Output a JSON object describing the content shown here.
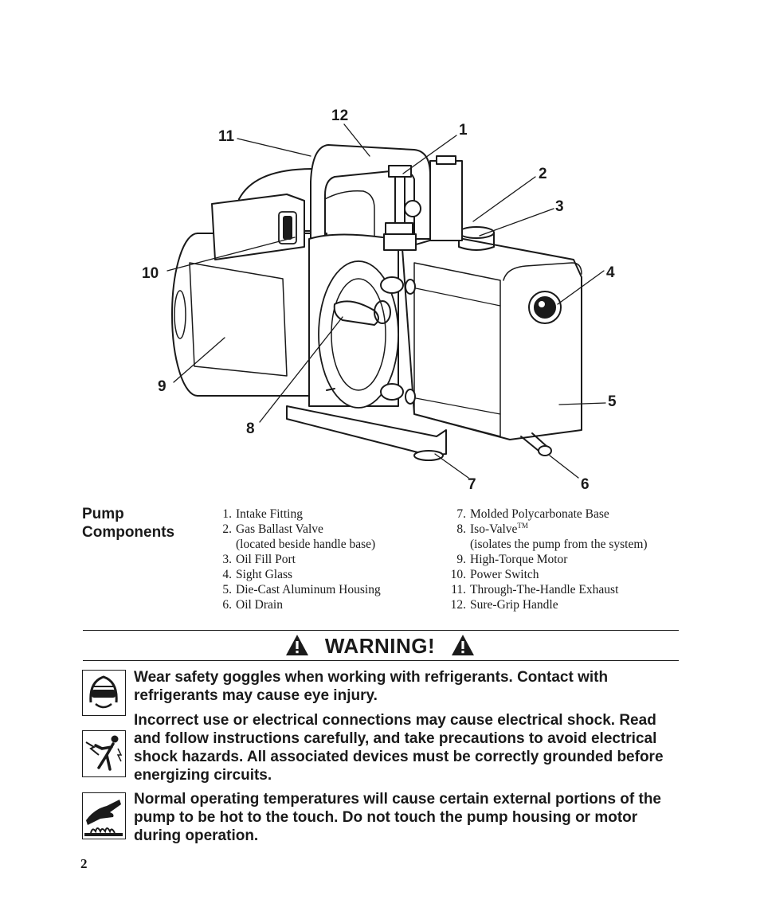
{
  "diagram": {
    "callouts": [
      "1",
      "2",
      "3",
      "4",
      "5",
      "6",
      "7",
      "8",
      "9",
      "10",
      "11",
      "12"
    ]
  },
  "components": {
    "heading_line1": "Pump",
    "heading_line2": "Components",
    "left": [
      {
        "num": "1.",
        "label": "Intake Fitting"
      },
      {
        "num": "2.",
        "label": "Gas Ballast Valve",
        "sub": "(located beside handle base)"
      },
      {
        "num": "3.",
        "label": "Oil Fill Port"
      },
      {
        "num": "4.",
        "label": "Sight Glass"
      },
      {
        "num": "5.",
        "label": "Die-Cast Aluminum Housing"
      },
      {
        "num": "6.",
        "label": "Oil Drain"
      }
    ],
    "right": [
      {
        "num": "7.",
        "label": "Molded Polycarbonate Base"
      },
      {
        "num": "8.",
        "label": "Iso-Valve",
        "sup": "TM",
        "sub": "(isolates the pump from the system)"
      },
      {
        "num": "9.",
        "label": "High-Torque Motor"
      },
      {
        "num": "10.",
        "label": "Power Switch"
      },
      {
        "num": "11.",
        "label": "Through-The-Handle Exhaust"
      },
      {
        "num": "12.",
        "label": "Sure-Grip Handle"
      }
    ]
  },
  "warning": {
    "title": "WARNING!",
    "items": [
      {
        "icon": "safety-goggles-icon",
        "text": "Wear safety goggles when working with refrigerants. Contact with refrigerants may cause eye injury."
      },
      {
        "icon": "electrical-shock-icon",
        "text": "Incorrect use or electrical connections may cause electrical shock. Read and follow instructions carefully, and take precautions to avoid electrical shock hazards. All associated devices must be correctly grounded before energizing circuits."
      },
      {
        "icon": "hot-surface-icon",
        "text": "Normal operating temperatures will cause certain external portions of the pump to be hot to the touch. Do not touch the pump housing or motor during operation."
      }
    ]
  },
  "page_number": "2"
}
